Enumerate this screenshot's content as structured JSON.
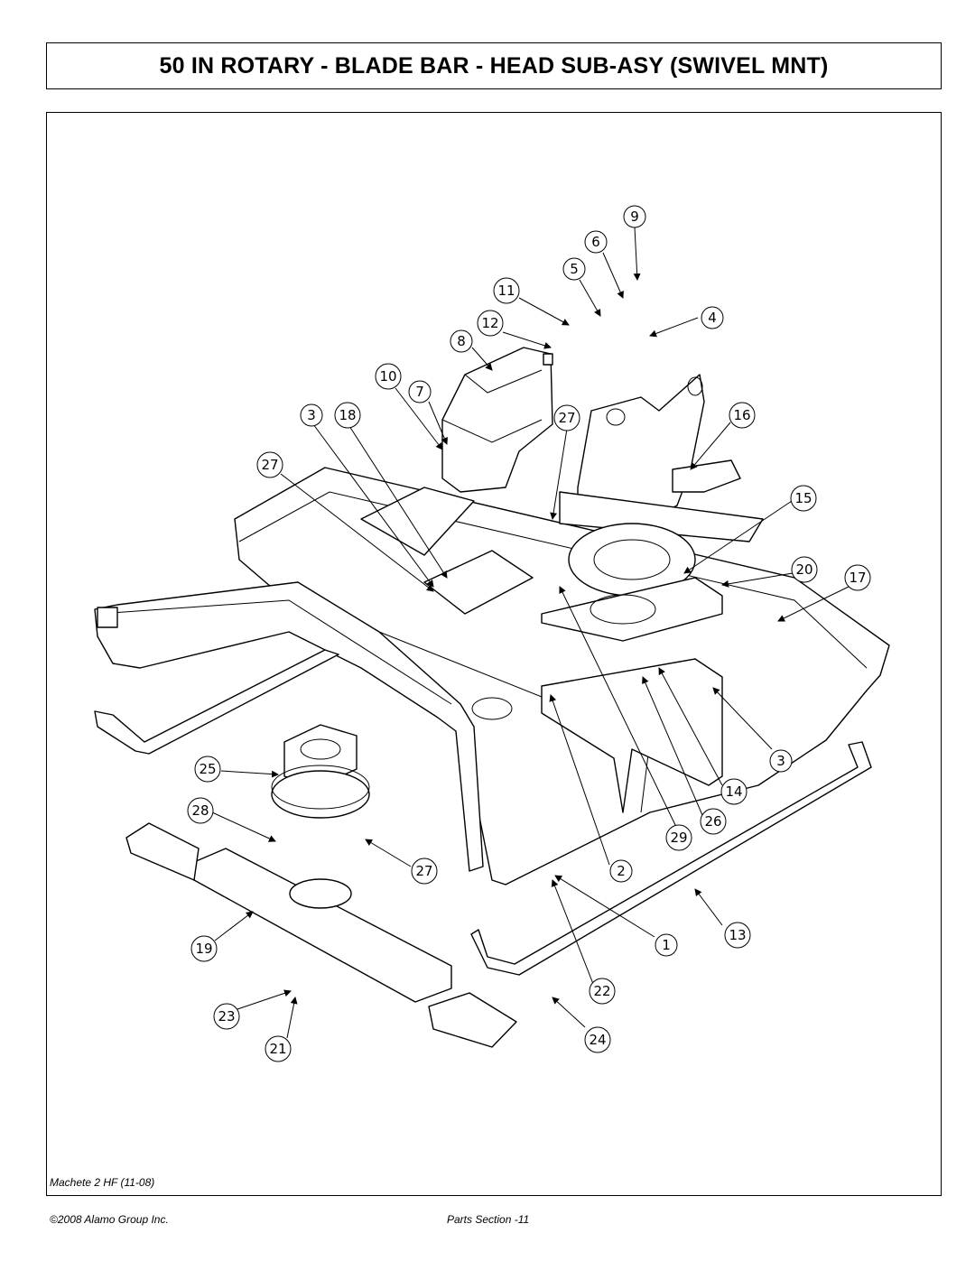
{
  "page": {
    "title": "50 IN ROTARY - BLADE BAR - HEAD SUB-ASY (SWIVEL MNT)",
    "model_label": "Machete 2 HF (11-08)",
    "copyright": "©2008 Alamo Group Inc.",
    "section": "Parts Section -11"
  },
  "callouts": [
    "9",
    "6",
    "5",
    "11",
    "4",
    "12",
    "8",
    "10",
    "7",
    "3",
    "18",
    "27",
    "16",
    "27",
    "15",
    "20",
    "17",
    "3",
    "14",
    "26",
    "29",
    "25",
    "28",
    "27",
    "2",
    "19",
    "1",
    "13",
    "22",
    "23",
    "24",
    "21"
  ]
}
